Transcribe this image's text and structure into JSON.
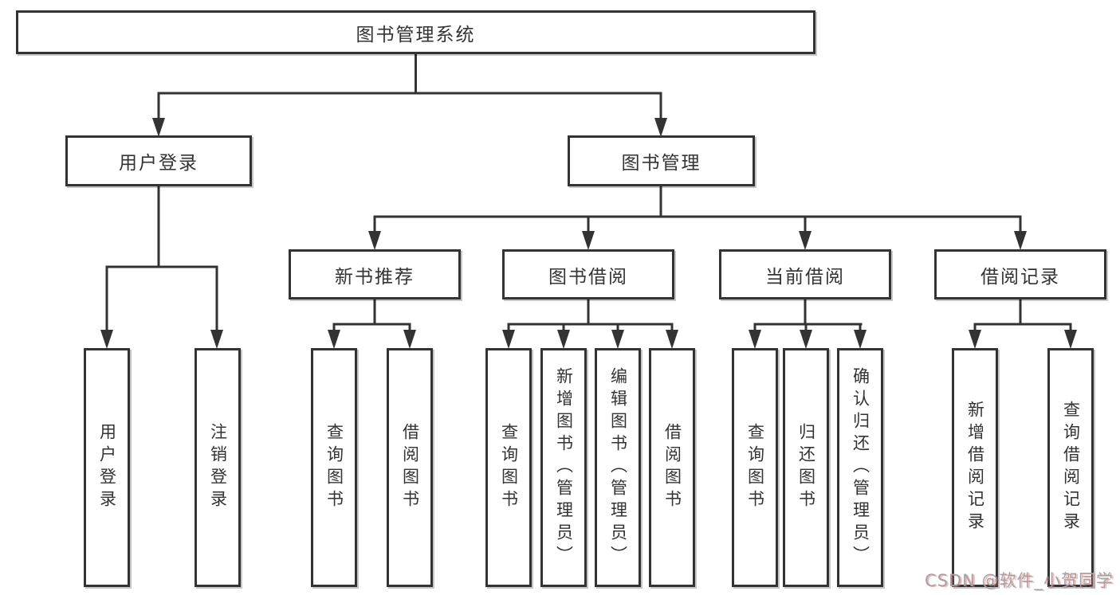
{
  "root": {
    "label": "图书管理系统"
  },
  "branches": {
    "user_login": {
      "label": "用户登录",
      "leaves": [
        "用户登录",
        "注销登录"
      ]
    },
    "book_management": {
      "label": "图书管理",
      "groups": [
        {
          "label": "新书推荐",
          "leaves": [
            "查询图书",
            "借阅图书"
          ]
        },
        {
          "label": "图书借阅",
          "leaves": [
            "查询图书",
            "新增图书（管理员）",
            "编辑图书（管理员）",
            "借阅图书"
          ]
        },
        {
          "label": "当前借阅",
          "leaves": [
            "查询图书",
            "归还图书",
            "确认归还（管理员）"
          ]
        },
        {
          "label": "借阅记录",
          "leaves": [
            "新增借阅记录",
            "查询借阅记录"
          ]
        }
      ]
    }
  },
  "watermark": {
    "text": "CSDN @软件_小贺同学"
  },
  "colors": {
    "line": "#333333",
    "text": "#333333",
    "box_background": "#ffffff",
    "page_background": "#ffffff",
    "watermark_gray": "#a3a3a3",
    "watermark_red": "#f06464"
  }
}
